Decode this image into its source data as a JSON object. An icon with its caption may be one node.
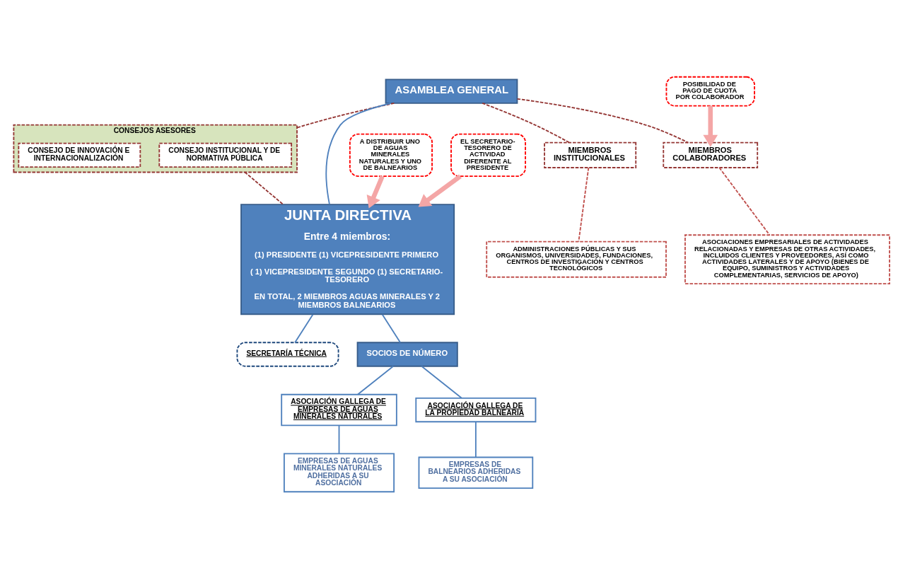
{
  "diagram": {
    "nodes": [
      {
        "text": [
          "ASAMBLEA GENERAL"
        ]
      },
      {
        "text": [
          "CONSEJOS ASESORES"
        ]
      },
      {
        "text": [
          "CONSEJO INSTITUCIONAL Y DE NORMATIVA PÚBLICA"
        ],
        "in": 1
      },
      {
        "text": [
          "CONSEJO DE INNOVACIÓN E INTERNACIONALIZACIÓN"
        ],
        "in": 1
      },
      {
        "text": [
          "JUNTA DIRECTIVA",
          "Entre 4 miembros:",
          "(1) PRESIDENTE (1) VICEPRESIDENTE PRIMERO",
          "( 1) VICEPRESIDENTE SEGUNDO (1) SECRETARIO-TESORERO",
          "EN TOTAL, 2 MIEMBROS AGUAS MINERALES Y 2 MIEMBROS BALNEARIOS"
        ]
      },
      {
        "text": [
          "A DISTRIBUIR UNO DE AGUAS MINERALES NATURALES Y UNO DE BALNEARIOS"
        ]
      },
      {
        "text": [
          "EL SECRETARIO-TESORERO DE ACTIVIDAD DIFERENTE AL PRESIDENTE"
        ]
      },
      {
        "text": [
          "SECRETARÍA TÉCNICA"
        ]
      },
      {
        "text": [
          "MIEMBROS INSTITUCIONALES"
        ]
      },
      {
        "text": [
          "MIEMBROS COLABORADORES"
        ]
      },
      {
        "text": [
          "POSIBILIDAD DE PAGO DE CUOTA POR COLABORADOR"
        ]
      },
      {
        "text": [
          "ADMINISTRACIONES PÚBLICAS Y SUS ORGANISMOS, UNIVERSIDADES, FUNDACIONES, CENTROS DE INVESTIGACIÓN Y CENTROS TECNOLÓGICOS"
        ]
      },
      {
        "text": [
          "ASOCIACIONES EMPRESARIALES DE ACTIVIDADES RELACIONADAS Y EMPRESAS DE OTRAS ACTIVIDADES, INCLUIDOS CLIENTES Y PROVEEDORES, ASÍ COMO ACTIVIDADES LATERALES Y DE APOYO (BIENES DE EQUIPO, SUMINISTROS Y ACTIVIDADES COMPLEMENTARIAS, SERVICIOS DE APOYO)"
        ]
      },
      {
        "text": [
          "SOCIOS DE NÚMERO"
        ]
      },
      {
        "text": [
          "ASOCIACIÓN GALLEGA DE EMPRESAS DE AGUAS MINERALES NATURALES"
        ]
      },
      {
        "text": [
          "ASOCIACIÓN GALLEGA DE LA PROPIEDAD BALNEARIA"
        ]
      },
      {
        "text": [
          "EMPRESAS DE AGUAS MINERALES NATURALES ADHERIDAS A SU ASOCIACIÓN"
        ]
      },
      {
        "text": [
          "EMPRESAS DE BALNEARIOS ADHERIDAS A SU ASOCIACIÓN"
        ]
      }
    ],
    "edges": [
      {
        "from": 0,
        "to": 4,
        "arrow": "none"
      },
      {
        "from": 0,
        "to": 1,
        "arrow": "none",
        "style": "dashed",
        "color": "#953735"
      },
      {
        "from": 1,
        "to": 4,
        "arrow": "none",
        "style": "dashed",
        "color": "#953735"
      },
      {
        "from": 0,
        "to": 8,
        "arrow": "none",
        "style": "dashed",
        "color": "#953735"
      },
      {
        "from": 0,
        "to": 9,
        "arrow": "none",
        "style": "dashed",
        "color": "#953735"
      },
      {
        "from": 8,
        "to": 11,
        "arrow": "none",
        "style": "dashed",
        "color": "#c0504d"
      },
      {
        "from": 9,
        "to": 12,
        "arrow": "none",
        "style": "dashed",
        "color": "#c0504d"
      },
      {
        "from": 5,
        "to": 4,
        "arrow": "to",
        "style": "thick",
        "color": "#f4a6a6"
      },
      {
        "from": 6,
        "to": 4,
        "arrow": "to",
        "style": "thick",
        "color": "#f4a6a6"
      },
      {
        "from": 10,
        "to": 9,
        "arrow": "to",
        "style": "thick",
        "color": "#f4a6a6"
      },
      {
        "from": 4,
        "to": 7,
        "arrow": "none"
      },
      {
        "from": 4,
        "to": 13,
        "arrow": "none"
      },
      {
        "from": 13,
        "to": 14,
        "arrow": "none"
      },
      {
        "from": 13,
        "to": 15,
        "arrow": "none"
      },
      {
        "from": 14,
        "to": 16,
        "arrow": "none"
      },
      {
        "from": 15,
        "to": 17,
        "arrow": "none"
      }
    ]
  }
}
